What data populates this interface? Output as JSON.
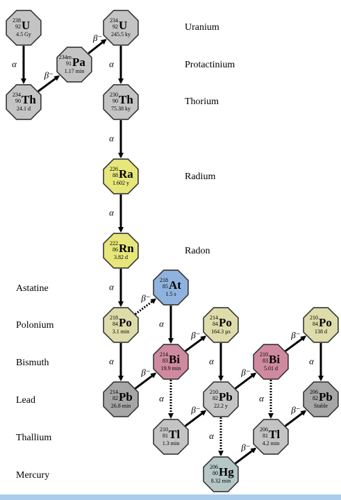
{
  "colors": {
    "gray": "#c4c4c4",
    "yellow": "#e6e67a",
    "khaki": "#dedcaa",
    "blue": "#8fb3de",
    "pink": "#cf8aa0",
    "darkgray": "#a6a6a6",
    "slate": "#b6c7c7",
    "outline": "#333333",
    "arrow": "#000000",
    "bar": "#a9cdea"
  },
  "element_labels": {
    "uranium": "Uranium",
    "protactinium": "Protactinium",
    "thorium": "Thorium",
    "radium": "Radium",
    "radon": "Radon",
    "astatine": "Astatine",
    "polonium": "Polonium",
    "bismuth": "Bismuth",
    "lead": "Lead",
    "thallium": "Thallium",
    "mercury": "Mercury"
  },
  "decay_symbols": {
    "alpha": "α",
    "beta": "β⁻"
  },
  "nuclides": [
    {
      "id": "u238",
      "mass": "238",
      "z": "92",
      "symbol": "U",
      "half_life": "4.5 Gy",
      "color": "gray"
    },
    {
      "id": "th234",
      "mass": "234",
      "z": "90",
      "symbol": "Th",
      "half_life": "24.1 d",
      "color": "gray"
    },
    {
      "id": "pa234",
      "mass": "234m",
      "z": "91",
      "symbol": "Pa",
      "half_life": "1.17 min",
      "color": "gray"
    },
    {
      "id": "u234",
      "mass": "234",
      "z": "92",
      "symbol": "U",
      "half_life": "245.5 ky",
      "color": "gray"
    },
    {
      "id": "th230",
      "mass": "230",
      "z": "90",
      "symbol": "Th",
      "half_life": "75.38 ky",
      "color": "gray"
    },
    {
      "id": "ra226",
      "mass": "226",
      "z": "88",
      "symbol": "Ra",
      "half_life": "1.602 y",
      "color": "yellow"
    },
    {
      "id": "rn222",
      "mass": "222",
      "z": "86",
      "symbol": "Rn",
      "half_life": "3.82 d",
      "color": "yellow"
    },
    {
      "id": "po218",
      "mass": "218",
      "z": "84",
      "symbol": "Po",
      "half_life": "3.1 min",
      "color": "khaki"
    },
    {
      "id": "at218",
      "mass": "218",
      "z": "85",
      "symbol": "At",
      "half_life": "1.5 s",
      "color": "blue"
    },
    {
      "id": "pb214",
      "mass": "214",
      "z": "82",
      "symbol": "Pb",
      "half_life": "26.8 min",
      "color": "darkgray"
    },
    {
      "id": "bi214",
      "mass": "214",
      "z": "83",
      "symbol": "Bi",
      "half_life": "19.9 min",
      "color": "pink"
    },
    {
      "id": "po214",
      "mass": "214",
      "z": "84",
      "symbol": "Po",
      "half_life": "164.3 µs",
      "color": "khaki"
    },
    {
      "id": "tl210",
      "mass": "210",
      "z": "81",
      "symbol": "Tl",
      "half_life": "1.3 min",
      "color": "gray"
    },
    {
      "id": "pb210",
      "mass": "210",
      "z": "82",
      "symbol": "Pb",
      "half_life": "22.2 y",
      "color": "gray"
    },
    {
      "id": "hg206",
      "mass": "206",
      "z": "80",
      "symbol": "Hg",
      "half_life": "8.32 min",
      "color": "slate"
    },
    {
      "id": "bi210",
      "mass": "210",
      "z": "83",
      "symbol": "Bi",
      "half_life": "5.01 d",
      "color": "pink"
    },
    {
      "id": "tl206",
      "mass": "206",
      "z": "81",
      "symbol": "Tl",
      "half_life": "4.2 min",
      "color": "gray"
    },
    {
      "id": "po210",
      "mass": "210",
      "z": "84",
      "symbol": "Po",
      "half_life": "138 d",
      "color": "khaki"
    },
    {
      "id": "pb206",
      "mass": "206",
      "z": "82",
      "symbol": "Pb",
      "half_life": "Stable",
      "color": "darkgray"
    }
  ],
  "decays": [
    {
      "from": "u238",
      "to": "th234",
      "mode": "alpha",
      "style": "solid"
    },
    {
      "from": "th234",
      "to": "pa234",
      "mode": "beta",
      "style": "solid"
    },
    {
      "from": "pa234",
      "to": "u234",
      "mode": "beta",
      "style": "solid"
    },
    {
      "from": "u234",
      "to": "th230",
      "mode": "alpha",
      "style": "solid"
    },
    {
      "from": "th230",
      "to": "ra226",
      "mode": "alpha",
      "style": "solid"
    },
    {
      "from": "ra226",
      "to": "rn222",
      "mode": "alpha",
      "style": "solid"
    },
    {
      "from": "rn222",
      "to": "po218",
      "mode": "alpha",
      "style": "solid"
    },
    {
      "from": "po218",
      "to": "at218",
      "mode": "beta",
      "style": "dotted"
    },
    {
      "from": "po218",
      "to": "pb214",
      "mode": "alpha",
      "style": "solid"
    },
    {
      "from": "at218",
      "to": "bi214",
      "mode": "alpha",
      "style": "solid"
    },
    {
      "from": "pb214",
      "to": "bi214",
      "mode": "beta",
      "style": "solid"
    },
    {
      "from": "bi214",
      "to": "po214",
      "mode": "beta",
      "style": "solid"
    },
    {
      "from": "bi214",
      "to": "tl210",
      "mode": "alpha",
      "style": "dotted"
    },
    {
      "from": "po214",
      "to": "pb210",
      "mode": "alpha",
      "style": "solid"
    },
    {
      "from": "tl210",
      "to": "pb210",
      "mode": "beta",
      "style": "solid"
    },
    {
      "from": "pb210",
      "to": "bi210",
      "mode": "beta",
      "style": "solid"
    },
    {
      "from": "pb210",
      "to": "hg206",
      "mode": "alpha",
      "style": "dotted"
    },
    {
      "from": "hg206",
      "to": "tl206",
      "mode": "beta",
      "style": "solid"
    },
    {
      "from": "bi210",
      "to": "po210",
      "mode": "beta",
      "style": "solid"
    },
    {
      "from": "bi210",
      "to": "tl206",
      "mode": "alpha",
      "style": "dotted"
    },
    {
      "from": "po210",
      "to": "pb206",
      "mode": "alpha",
      "style": "solid"
    },
    {
      "from": "tl206",
      "to": "pb206",
      "mode": "beta",
      "style": "solid"
    }
  ]
}
